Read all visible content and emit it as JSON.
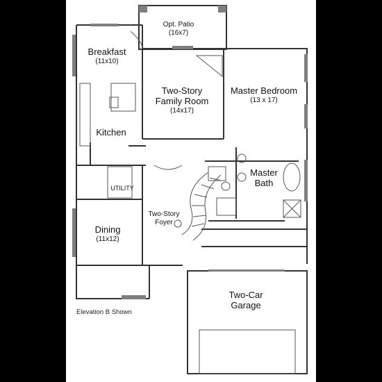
{
  "rooms": {
    "opt_patio": {
      "name": "Opt. Patio",
      "dims": "(16x7)"
    },
    "breakfast": {
      "name": "Breakfast",
      "dims": "(11x10)"
    },
    "family_room": {
      "name": "Two-Story Family Room",
      "name_line1": "Two-Story",
      "name_line2": "Family Room",
      "dims": "(14x17)"
    },
    "master_bedroom": {
      "name": "Master Bedroom",
      "dims": "(13 x 17)"
    },
    "kitchen": {
      "name": "Kitchen"
    },
    "master_bath": {
      "name_line1": "Master",
      "name_line2": "Bath"
    },
    "utility": {
      "name": "UTILITY"
    },
    "foyer": {
      "name_line1": "Two-Story",
      "name_line2": "Foyer"
    },
    "dining": {
      "name": "Dining",
      "dims": "(11x12)"
    },
    "garage": {
      "name_line1": "Two-Car",
      "name_line2": "Garage"
    }
  },
  "footer_note": "Elevation B Shown",
  "colors": {
    "background": "#000000",
    "sheet": "#ffffff",
    "walls": "#333333",
    "windows": "#7f7f7f"
  }
}
